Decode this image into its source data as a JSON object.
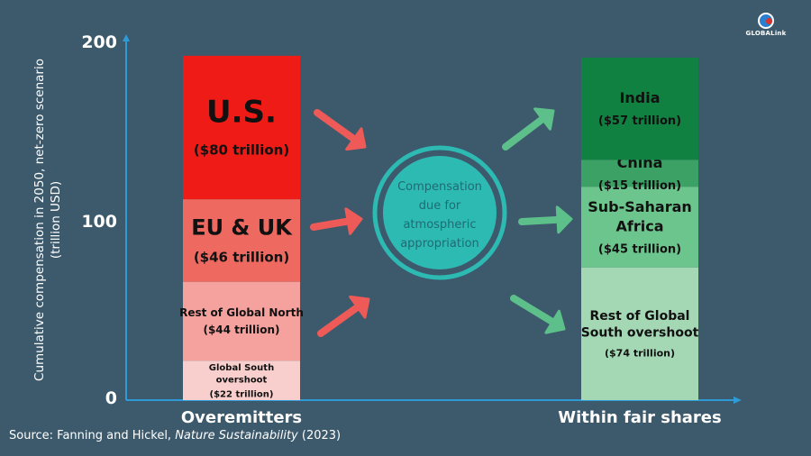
{
  "chart_data": {
    "type": "bar",
    "stacked": true,
    "ylabel_lines": [
      "Cumulative compensation in 2050, net-zero scenario",
      "(trillion USD)"
    ],
    "ylim": [
      0,
      200
    ],
    "yticks": [
      0,
      100,
      200
    ],
    "grid": false,
    "categories": [
      "Overemitters",
      "Within fair shares"
    ],
    "stacks": [
      {
        "category": "Overemitters",
        "segments": [
          {
            "lines": [
              "Global South",
              "overshoot"
            ],
            "amount": "($22 trillion)",
            "value": 22,
            "color": "#f8cfcd",
            "text_color": "#111111",
            "size": "xs"
          },
          {
            "lines": [
              "Rest of Global North"
            ],
            "amount": "($44 trillion)",
            "value": 44,
            "color": "#f5a29e",
            "text_color": "#111111",
            "size": "s"
          },
          {
            "lines": [
              "EU & UK"
            ],
            "amount": "($46 trillion)",
            "value": 46,
            "color": "#ee6a61",
            "text_color": "#111111",
            "size": "l"
          },
          {
            "lines": [
              "U.S."
            ],
            "amount": "($80 trillion)",
            "value": 80,
            "color": "#ee1b16",
            "text_color": "#111111",
            "size": "xl"
          }
        ]
      },
      {
        "category": "Within fair shares",
        "segments": [
          {
            "lines": [
              "Rest of Global",
              "South overshoot"
            ],
            "amount": "($74 trillion)",
            "value": 74,
            "color": "#a4d7b4",
            "text_color": "#111111",
            "size": "s2"
          },
          {
            "lines": [
              "Sub-Saharan",
              "Africa"
            ],
            "amount": "($45 trillion)",
            "value": 45,
            "color": "#6cc58c",
            "text_color": "#111111",
            "size": "m"
          },
          {
            "lines": [
              "China"
            ],
            "amount": "($15 trillion)",
            "value": 15,
            "color": "#3ca164",
            "text_color": "#111111",
            "size": "m"
          },
          {
            "lines": [
              "India"
            ],
            "amount": "($57 trillion)",
            "value": 57,
            "color": "#108140",
            "text_color": "#111111",
            "size": "m"
          }
        ]
      }
    ],
    "center_label": [
      "Compensation",
      "due for",
      "atmospheric",
      "appropriation"
    ],
    "colors": {
      "background": "#3d5a6c",
      "axis": "#2e9bd6",
      "circle_fill": "#2dbab3",
      "circle_ring": "#2dbab3",
      "circle_text": "#1f6b74",
      "arrow_in": "#ee5a57",
      "arrow_out": "#5dc08a"
    }
  },
  "logo": {
    "text": "GLOBALink"
  },
  "source": {
    "prefix": "Source: Fanning and Hickel, ",
    "journal": "Nature Sustainability",
    "suffix": " (2023)"
  }
}
